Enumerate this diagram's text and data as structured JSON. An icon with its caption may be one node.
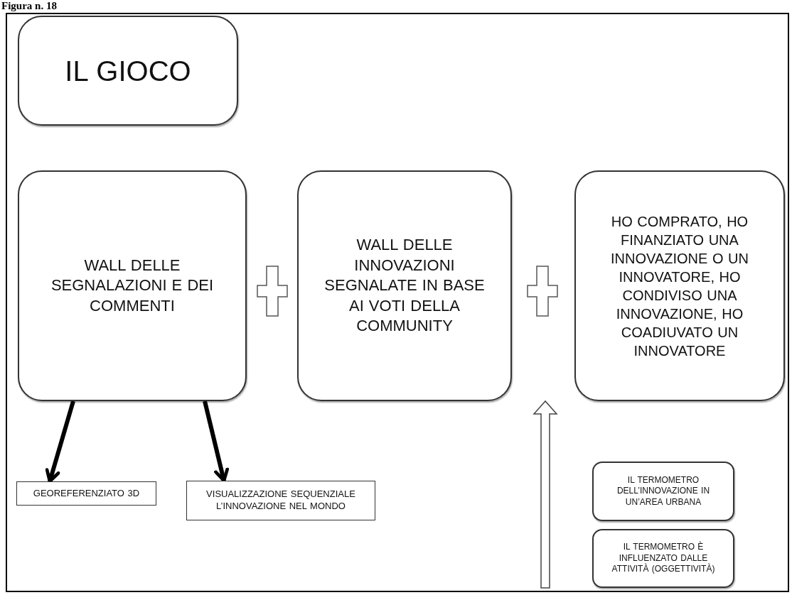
{
  "diagram": {
    "title": "Figura n. 18",
    "nodes": [
      {
        "text": [
          "IL GIOCO"
        ]
      },
      {
        "text": [
          "WALL DELLE SEGNALAZIONI E DEI COMMENTI"
        ]
      },
      {
        "text": [],
        "shape": "plus"
      },
      {
        "text": [
          "WALL DELLE INNOVAZIONI SEGNALATE IN BASE AI VOTI DELLA COMMUNITY"
        ]
      },
      {
        "text": [],
        "shape": "plus"
      },
      {
        "text": [
          "HO COMPRATO, HO FINANZIATO UNA INNOVAZIONE O UN INNOVATORE, HO CONDIVISO UNA INNOVAZIONE, HO COADIUVATO UN INNOVATORE"
        ]
      },
      {
        "text": [
          "GEOREFERENZIATO 3D"
        ]
      },
      {
        "text": [
          "VISUALIZZAZIONE SEQUENZIALE L’INNOVAZIONE NEL MONDO"
        ]
      },
      {
        "text": [
          "IL TERMOMETRO DELL’INNOVAZIONE IN UN’AREA URBANA"
        ]
      },
      {
        "text": [
          "IL TERMOMETRO È INFLUENZATO DALLE ATTIVITÀ (OGGETTIVITÀ)"
        ]
      }
    ],
    "edges": [
      {
        "from": 1,
        "to": 6,
        "arrow": "to"
      },
      {
        "from": 1,
        "to": 7,
        "arrow": "to"
      },
      {
        "from": null,
        "to": 5,
        "arrow": "to"
      }
    ]
  }
}
